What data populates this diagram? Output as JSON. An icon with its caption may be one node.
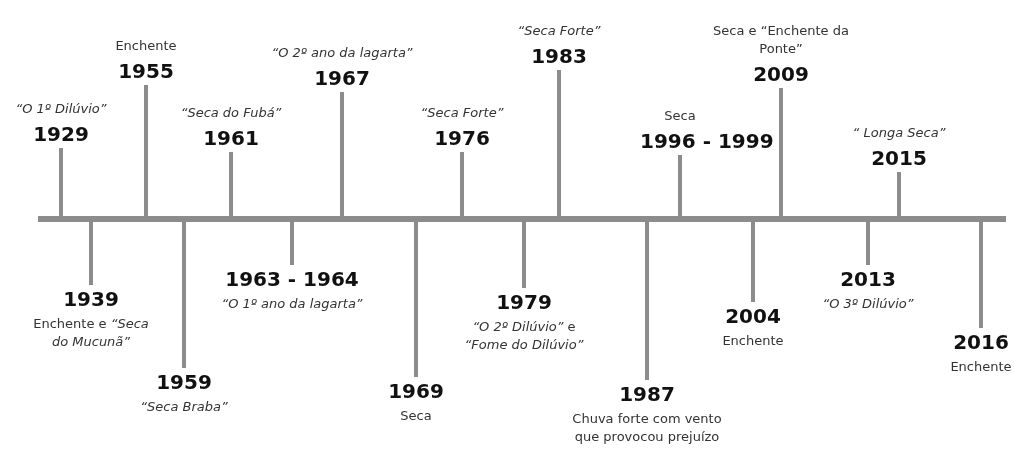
{
  "diagram": {
    "nodes": [
      {
        "text": [
          "“O 1º Dilúvio”",
          "1929"
        ]
      },
      {
        "text": [
          "1939",
          "Enchente e *“Seca do Mucunã”*"
        ]
      },
      {
        "text": [
          "Enchente",
          "1955"
        ]
      },
      {
        "text": [
          "1959",
          "“Seca Braba”"
        ]
      },
      {
        "text": [
          "“Seca do Fubá”",
          "1961"
        ]
      },
      {
        "text": [
          "1963 - 1964",
          "“O 1º ano da lagarta”"
        ]
      },
      {
        "text": [
          "“O 2º ano da lagarta”",
          "1967"
        ]
      },
      {
        "text": [
          "1969",
          "Seca"
        ]
      },
      {
        "text": [
          "“Seca Forte”",
          "1976"
        ]
      },
      {
        "text": [
          "1979",
          "*“O 2º Dilúvio”* e *“Fome do Dilúvio”*"
        ]
      },
      {
        "text": [
          "“Seca Forte”",
          "1983"
        ]
      },
      {
        "text": [
          "1987",
          "Chuva forte com vento que provocou prejuízo"
        ]
      },
      {
        "text": [
          "Seca",
          "1996 - 1999"
        ]
      },
      {
        "text": [
          "2004",
          "Enchente"
        ]
      },
      {
        "text": [
          "Seca e “Enchente da Ponte”",
          "2009"
        ]
      },
      {
        "text": [
          "2013",
          "“O 3º Dilúvio”"
        ]
      },
      {
        "text": [
          "“ Longa Seca”",
          "2015"
        ]
      },
      {
        "text": [
          "2016",
          "Enchente"
        ]
      }
    ]
  }
}
